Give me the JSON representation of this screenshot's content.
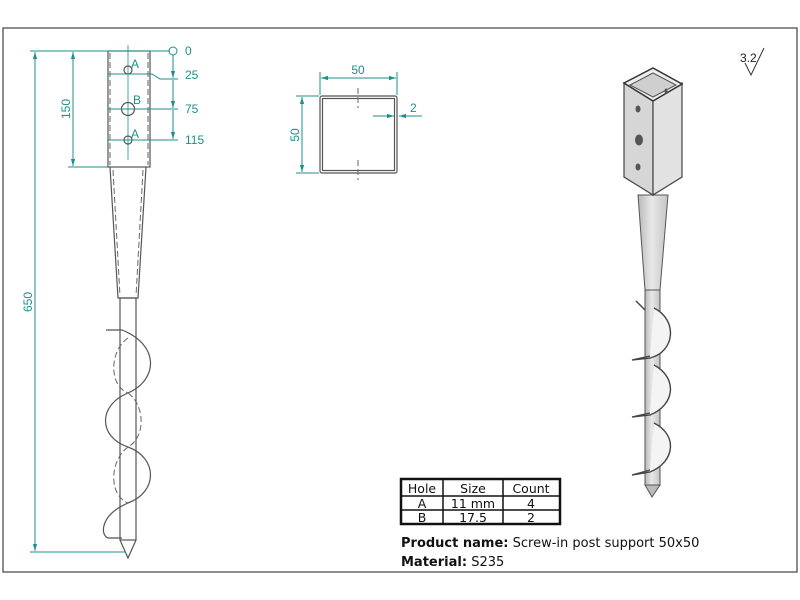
{
  "side_view": {
    "total_length": "650",
    "head_length": "150",
    "ordinates": [
      "0",
      "25",
      "75",
      "115"
    ],
    "hole_labels": [
      "A",
      "B",
      "A"
    ]
  },
  "section_view": {
    "width": "50",
    "height": "50",
    "wall": "2"
  },
  "surface_roughness": "3.2",
  "hole_table": {
    "headers": [
      "Hole",
      "Size",
      "Count"
    ],
    "rows": [
      [
        "A",
        "11 mm",
        "4"
      ],
      [
        "B",
        "17.5",
        "2"
      ]
    ]
  },
  "product_label": "Product name:",
  "product_name": "Screw-in post support 50x50",
  "material_label": "Material:",
  "material": "S235",
  "colors": {
    "dimension": "#1e8f8a",
    "line": "#555555"
  }
}
